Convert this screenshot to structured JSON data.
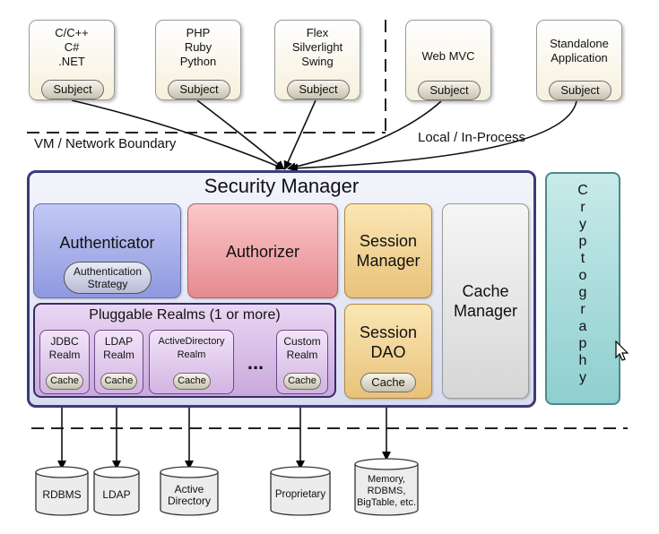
{
  "clients": [
    {
      "label": "C/C++\nC#\n.NET",
      "subject": "Subject"
    },
    {
      "label": "PHP\nRuby\nPython",
      "subject": "Subject"
    },
    {
      "label": "Flex\nSilverlight\nSwing",
      "subject": "Subject"
    },
    {
      "label": "Web MVC",
      "subject": "Subject"
    },
    {
      "label": "Standalone\nApplication",
      "subject": "Subject"
    }
  ],
  "boundaries": {
    "vm_network": "VM / Network Boundary",
    "local_in_process": "Local / In-Process"
  },
  "security_manager": {
    "title": "Security Manager",
    "authenticator": "Authenticator",
    "authentication_strategy": "Authentication\nStrategy",
    "authorizer": "Authorizer",
    "session_manager": "Session\nManager",
    "session_dao": "Session\nDAO",
    "session_dao_cache": "Cache",
    "cache_manager": "Cache\nManager",
    "pluggable_realms": "Pluggable Realms (1 or more)",
    "ellipsis": "...",
    "realms": [
      {
        "label": "JDBC\nRealm",
        "cache": "Cache"
      },
      {
        "label": "LDAP\nRealm",
        "cache": "Cache"
      },
      {
        "label": "ActiveDirectory\nRealm",
        "cache": "Cache"
      },
      {
        "label": "Custom\nRealm",
        "cache": "Cache"
      }
    ]
  },
  "cryptography": [
    "C",
    "r",
    "y",
    "p",
    "t",
    "o",
    "g",
    "r",
    "a",
    "p",
    "h",
    "y"
  ],
  "datastores": [
    {
      "label": "RDBMS"
    },
    {
      "label": "LDAP"
    },
    {
      "label": "Active\nDirectory"
    },
    {
      "label": "Proprietary"
    },
    {
      "label": "Memory,\nRDBMS,\nBigTable, etc."
    }
  ]
}
